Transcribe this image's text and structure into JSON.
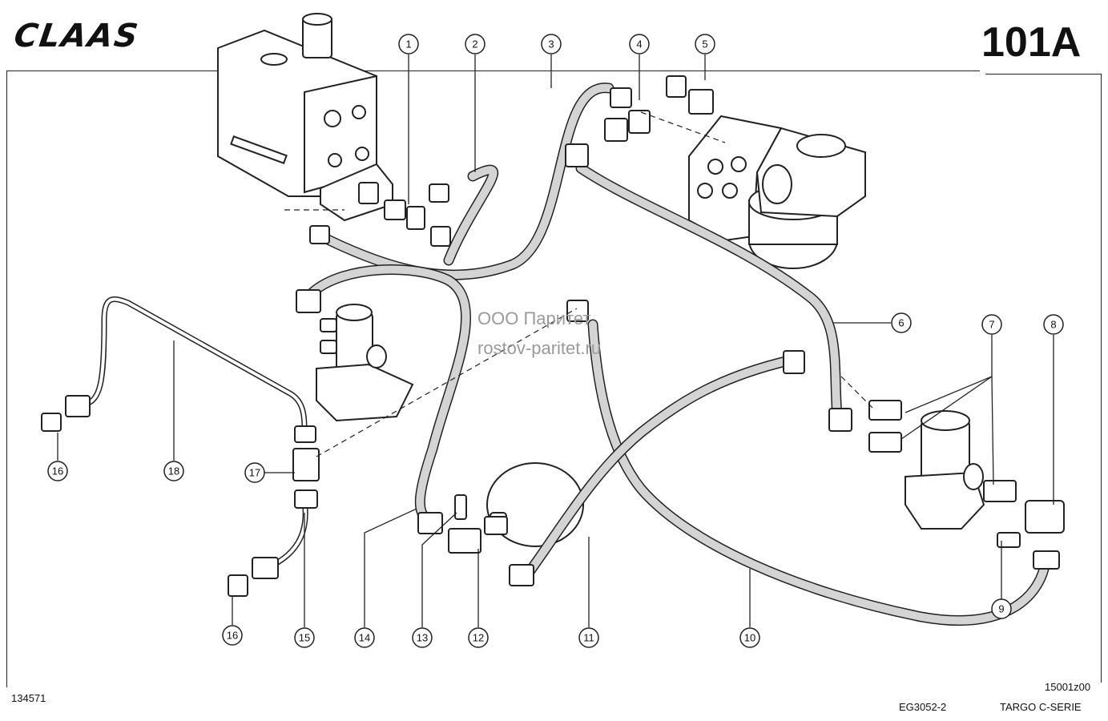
{
  "header": {
    "brand": "CLAAS",
    "page_number": "101A"
  },
  "footer": {
    "left_code": "134571",
    "drawing_code": "15001z00",
    "ref_code": "EG3052-2",
    "series": "TARGO C-SERIE"
  },
  "watermark": {
    "line1": "ООО Паритет",
    "line2": "rostov-paritet.ru"
  },
  "callouts": [
    {
      "id": "c1",
      "label": "1"
    },
    {
      "id": "c2",
      "label": "2"
    },
    {
      "id": "c3",
      "label": "3"
    },
    {
      "id": "c4",
      "label": "4"
    },
    {
      "id": "c5",
      "label": "5"
    },
    {
      "id": "c6",
      "label": "6"
    },
    {
      "id": "c7",
      "label": "7"
    },
    {
      "id": "c8",
      "label": "8"
    },
    {
      "id": "c9",
      "label": "9"
    },
    {
      "id": "c10",
      "label": "10"
    },
    {
      "id": "c11",
      "label": "11"
    },
    {
      "id": "c12",
      "label": "12"
    },
    {
      "id": "c13",
      "label": "13"
    },
    {
      "id": "c14",
      "label": "14"
    },
    {
      "id": "c15",
      "label": "15"
    },
    {
      "id": "c16a",
      "label": "16"
    },
    {
      "id": "c16b",
      "label": "16"
    },
    {
      "id": "c17",
      "label": "17"
    },
    {
      "id": "c18",
      "label": "18"
    }
  ]
}
